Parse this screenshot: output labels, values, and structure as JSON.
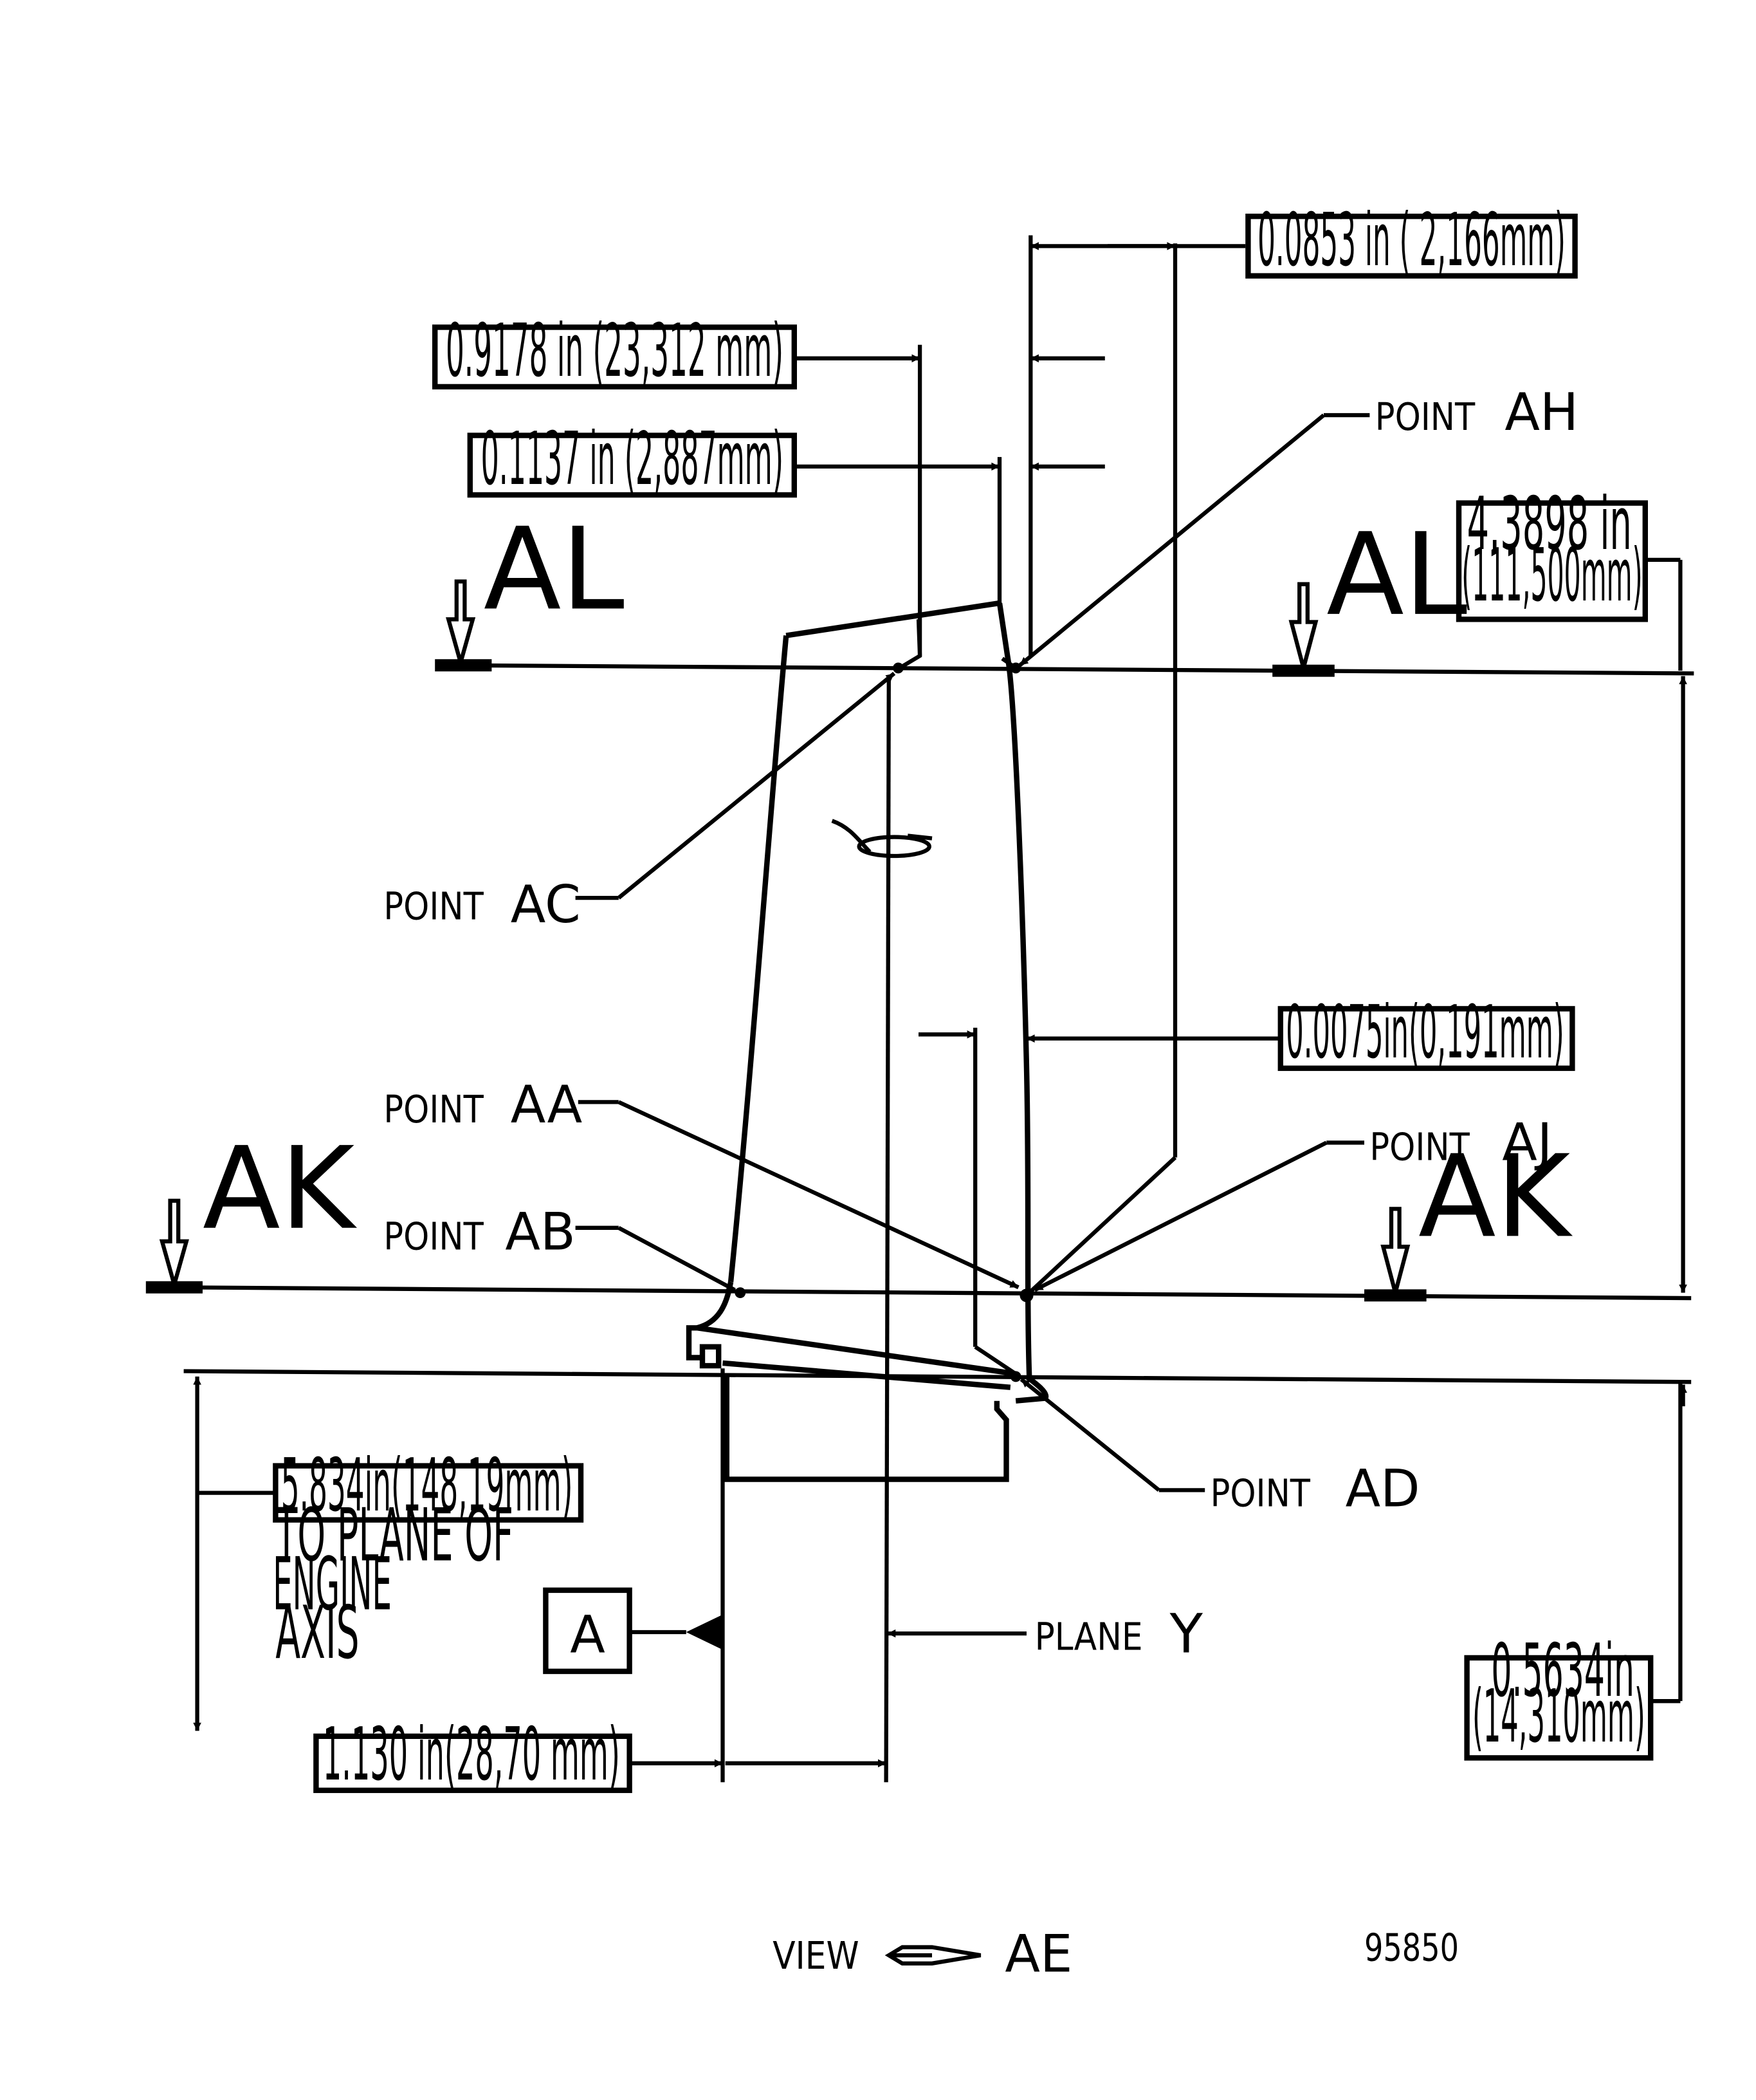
{
  "dimensions": {
    "d0853": "0.0853 in ( 2,166mm)",
    "d9178": "0.9178 in (23,312 mm)",
    "d1137": "0.1137 in (2,887mm)",
    "d43898_l1": "4.3898  in",
    "d43898_l2": "(111,500mm)",
    "d0075": "0.0075in(0,191mm)",
    "d5834": "5.834in(148,19mm)",
    "d0563_l1": "0.5634in",
    "d0563_l2": "(14,310mm)",
    "d1130": "1.130 in(28,70 mm)"
  },
  "notes": {
    "engine_l1": "TO  PLANE  OF",
    "engine_l2": "ENGINE",
    "engine_l3": "AXIS"
  },
  "datum": "A",
  "plane": {
    "word": "PLANE",
    "id": "Y"
  },
  "sections": {
    "al_left": "AL",
    "al_right": "AL",
    "ak_left": "AK",
    "ak_right": "AK"
  },
  "points": {
    "word": "POINT",
    "ah": "AH",
    "ac": "AC",
    "aa": "AA",
    "ab": "AB",
    "aj": "AJ",
    "ad": "AD"
  },
  "view": {
    "word": "VIEW",
    "id": "AE"
  },
  "figure_number": "95850"
}
